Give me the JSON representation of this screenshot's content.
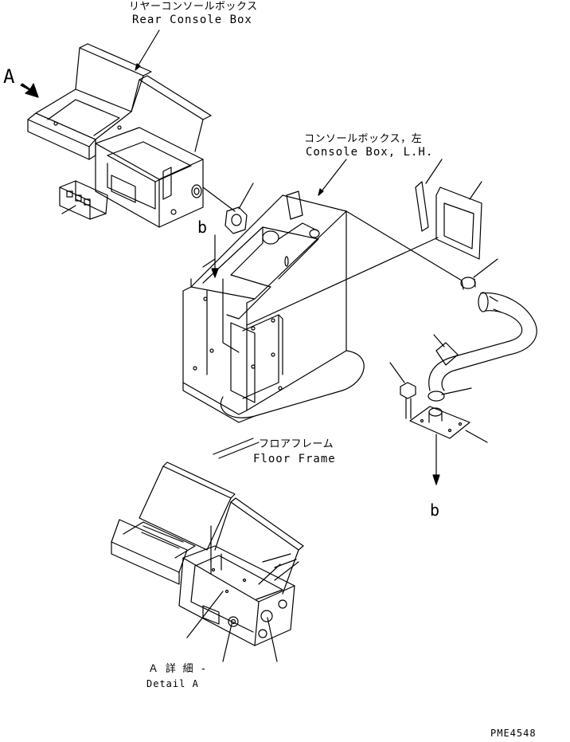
{
  "labels": {
    "rear_console_jp": "リヤーコンソールボックス",
    "rear_console_en": "Rear Console Box",
    "console_lh_jp": "コンソールボックス，左",
    "console_lh_en": "Console Box, L.H.",
    "floor_frame_jp": "フロアフレーム",
    "floor_frame_en": "Floor Frame",
    "detail_a_jp": "Ａ 詳 細  -",
    "detail_a_en": "Detail A",
    "view_a": "A",
    "ref_b_upper": "b",
    "ref_b_lower": "b",
    "drawing_code": "PME4548"
  },
  "colors": {
    "line": "#000000",
    "background": "#ffffff"
  }
}
